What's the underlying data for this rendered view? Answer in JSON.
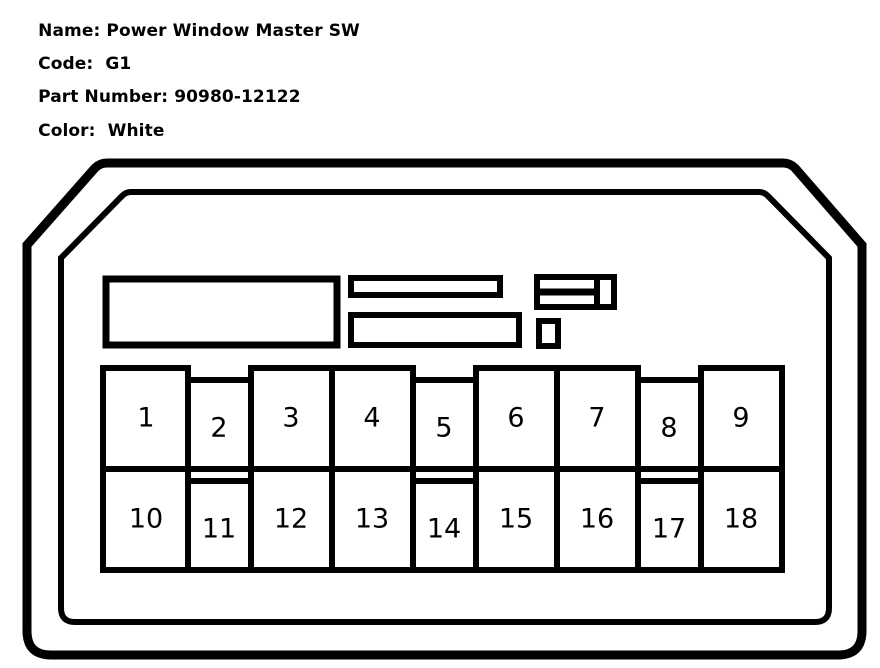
{
  "header": {
    "lines": [
      {
        "label": "Name:",
        "value": "Power Window Master SW"
      },
      {
        "label": "Code:",
        "value": "G1"
      },
      {
        "label": "Part Number:",
        "value": "90980-12122"
      },
      {
        "label": "Color:",
        "value": "White"
      }
    ]
  },
  "connector": {
    "title": "Power Window Master SW connector pinout diagram",
    "outline_color": "#000000",
    "body_color": "#ffffff",
    "pin_count": 18,
    "rows": 2,
    "columns": 9,
    "pins": [
      {
        "number": "1",
        "row": 1,
        "col": 1,
        "style": "tall"
      },
      {
        "number": "2",
        "row": 1,
        "col": 2,
        "style": "short"
      },
      {
        "number": "3",
        "row": 1,
        "col": 3,
        "style": "tall"
      },
      {
        "number": "4",
        "row": 1,
        "col": 4,
        "style": "tall"
      },
      {
        "number": "5",
        "row": 1,
        "col": 5,
        "style": "short"
      },
      {
        "number": "6",
        "row": 1,
        "col": 6,
        "style": "tall"
      },
      {
        "number": "7",
        "row": 1,
        "col": 7,
        "style": "tall"
      },
      {
        "number": "8",
        "row": 1,
        "col": 8,
        "style": "short"
      },
      {
        "number": "9",
        "row": 1,
        "col": 9,
        "style": "tall"
      },
      {
        "number": "10",
        "row": 2,
        "col": 1,
        "style": "tall"
      },
      {
        "number": "11",
        "row": 2,
        "col": 2,
        "style": "short"
      },
      {
        "number": "12",
        "row": 2,
        "col": 3,
        "style": "tall"
      },
      {
        "number": "13",
        "row": 2,
        "col": 4,
        "style": "tall"
      },
      {
        "number": "14",
        "row": 2,
        "col": 5,
        "style": "short"
      },
      {
        "number": "15",
        "row": 2,
        "col": 6,
        "style": "tall"
      },
      {
        "number": "16",
        "row": 2,
        "col": 7,
        "style": "tall"
      },
      {
        "number": "17",
        "row": 2,
        "col": 8,
        "style": "short"
      },
      {
        "number": "18",
        "row": 2,
        "col": 9,
        "style": "tall"
      }
    ],
    "keying_features": [
      {
        "name": "large-slot",
        "shape": "rectangle"
      },
      {
        "name": "upper-narrow-slot",
        "shape": "rectangle"
      },
      {
        "name": "lower-wide-slot",
        "shape": "rectangle"
      },
      {
        "name": "double-slot-block",
        "shape": "rectangle-split"
      },
      {
        "name": "small-square-slot",
        "shape": "rectangle"
      }
    ]
  }
}
